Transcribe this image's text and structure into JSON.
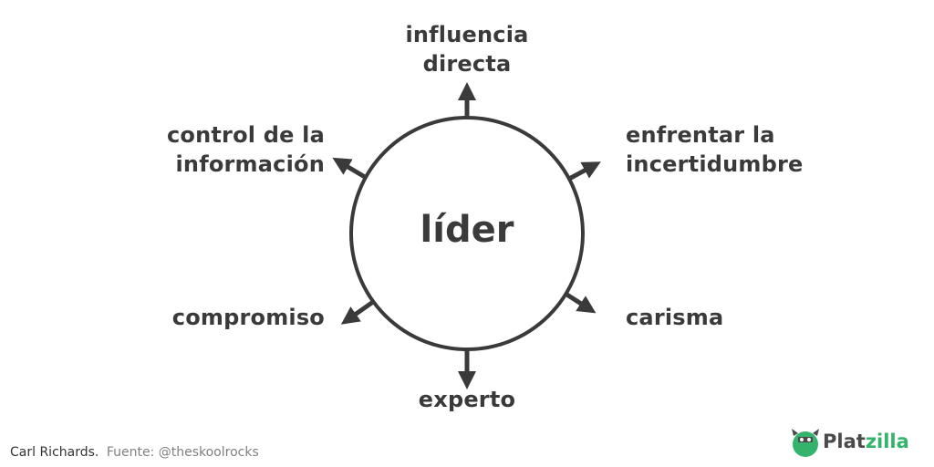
{
  "diagram": {
    "center": "líder",
    "nodes": {
      "top": [
        "influencia",
        "directa"
      ],
      "upper_right": [
        "enfrentar la",
        "incertidumbre"
      ],
      "lower_right": [
        "carisma"
      ],
      "bottom": [
        "experto"
      ],
      "lower_left": [
        "compromiso"
      ],
      "upper_left": [
        "control de la",
        "información"
      ]
    }
  },
  "footer": {
    "author": "Carl Richards.",
    "source": "Fuente: @theskoolrocks"
  },
  "brand": {
    "name_part1": "Plat",
    "name_part2": "zilla",
    "accent_color": "#33b36b"
  },
  "colors": {
    "ink": "#3a3a3a"
  }
}
